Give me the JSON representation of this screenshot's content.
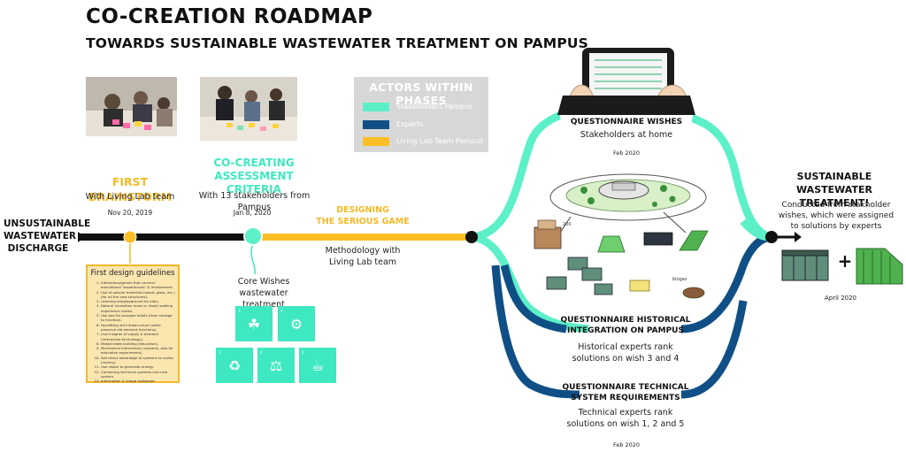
{
  "header": {
    "title": "CO-CREATION ROADMAP",
    "subtitle": "TOWARDS SUSTAINABLE WASTEWATER TREATMENT ON PAMPUS"
  },
  "colors": {
    "stakeholders": "#5cf0c8",
    "experts": "#0f4f86",
    "living_lab": "#fbbf25",
    "timeline": "#111111"
  },
  "legend": {
    "title": "ACTORS WITHIN PHASES",
    "items": [
      {
        "label": "Stakeholders Pampus",
        "color": "#5cf0c8"
      },
      {
        "label": "Experts",
        "color": "#0f4f86"
      },
      {
        "label": "Living Lab Team Pampus",
        "color": "#fbbf25"
      }
    ]
  },
  "start": {
    "label": [
      "UNSUSTAINABLE",
      "WASTEWATER",
      "DISCHARGE"
    ]
  },
  "phases": {
    "brainstorm": {
      "title": "FIRST BRAINSTORM",
      "desc": "With Living Lab team",
      "date": "Nov 20, 2019"
    },
    "criteria": {
      "title": [
        "CO-CREATING",
        "ASSESSMENT CRITERIA"
      ],
      "desc": "With 13 stakeholders from Pampus",
      "date": "Jan 8, 2020"
    },
    "game": {
      "title": [
        "DESIGNING",
        "THE SERIOUS GAME"
      ],
      "desc": [
        "Methodology with",
        "Living Lab team"
      ]
    },
    "wishes": {
      "title": "QUESTIONNAIRE WISHES",
      "desc": "Stakeholders at home",
      "date": "Feb 2020"
    },
    "historical": {
      "title": [
        "QUESTIONNAIRE HISTORICAL",
        "INTEGRATION ON PAMPUS"
      ],
      "desc": [
        "Historical experts rank",
        "solutions on wish 3 and 4"
      ]
    },
    "technical": {
      "title": [
        "QUESTIONNAIRE TECHNICAL",
        "SYSTEM REQUIREMENTS"
      ],
      "desc": [
        "Technical experts rank",
        "solutions on wish 1, 2 and 5"
      ],
      "date": "Feb 2020"
    },
    "result": {
      "title": [
        "SUSTAINABLE",
        "WASTEWATER TREATMENT!"
      ],
      "desc": [
        "Conducted from stakholder",
        "wishes, which were assigned",
        "to solutions by experts"
      ],
      "date": "April 2020"
    }
  },
  "core_wishes": {
    "label": [
      "Core Wishes",
      "wastewater treatment"
    ],
    "tiles": [
      {
        "num": "3"
      },
      {
        "num": "4"
      },
      {
        "num": "1"
      },
      {
        "num": "2"
      },
      {
        "num": "5"
      }
    ]
  },
  "guidelines": {
    "title": "First design guidelines",
    "items": [
      "Interaction/games that connect educational \"experiences\" & involvement.",
      "Use of natural materials (wood, glass, etc.) (for all the new structures).",
      "Learning led(playground for kids).",
      "Natural recreation route or (food) walking experience routes.",
      "Use poo for purpose toilets (from storage to function).",
      "Facelifting old infrastructure (while preserve old element functions).",
      "Live insights of supply & demand (interactive technology).",
      "Make/create building (education).",
      "Mechanical interactions (systems, also for education experiments).",
      "Sell direct advantage of systems to visitor (money).",
      "Use visitor to generate energy.",
      "Combining technical systems into new system.",
      "Information & image makeover."
    ]
  },
  "plus_sign": "+",
  "tiny_label": "biogas"
}
